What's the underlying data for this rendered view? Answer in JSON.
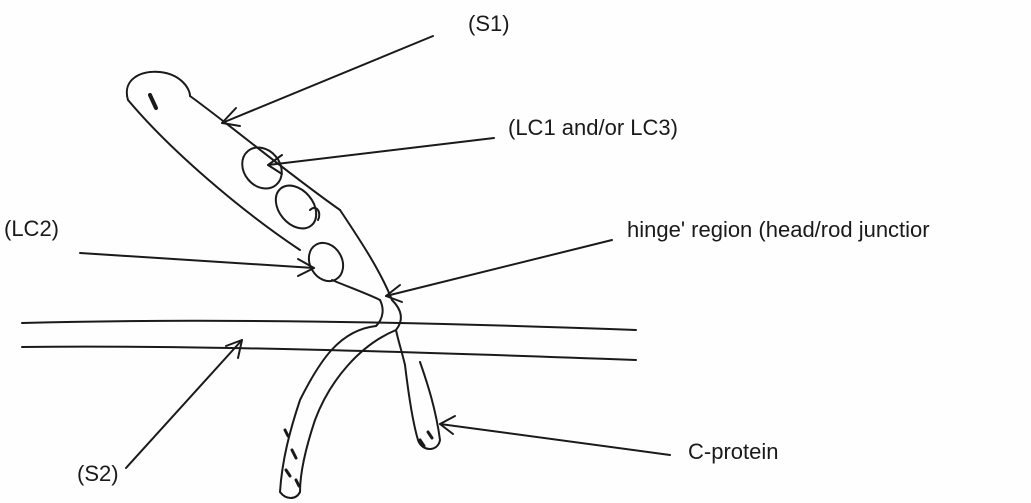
{
  "labels": {
    "s1": "(S1)",
    "lc1_lc3": "(LC1 and/or LC3)",
    "hinge": "hinge' region (head/rod junctior",
    "lc2": "(LC2)",
    "s2": "(S2)",
    "c_protein": "C-protein"
  },
  "colors": {
    "ink": "#1a1a1a",
    "background": "#fefefe"
  }
}
